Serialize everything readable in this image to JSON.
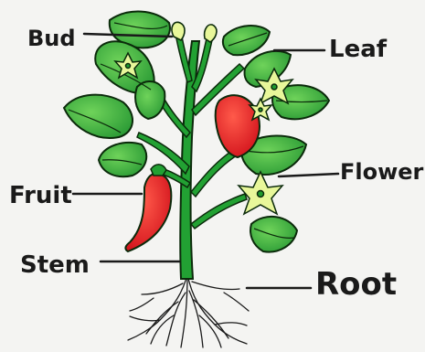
{
  "labels": {
    "bud": "Bud",
    "leaf": "Leaf",
    "flower": "Flower",
    "fruit": "Fruit",
    "stem": "Stem",
    "root": "Root"
  },
  "colors": {
    "background": "#f4f4f2",
    "leaf": "#2ea43a",
    "leaf_light": "#4cc04c",
    "stem": "#1f9a2e",
    "outline": "#0b2a0b",
    "fruit": "#e5222a",
    "flower": "#e8f79a",
    "root": "#1a1a1a"
  }
}
